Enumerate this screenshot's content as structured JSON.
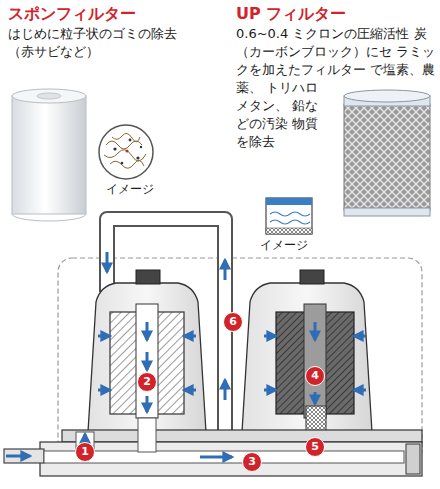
{
  "diagram": {
    "labels": [
      "スポンフィルター",
      "はじめに粒子状のゴミの除去 （赤サビなど）",
      "イメージ",
      "UP フィルター",
      "0.6~0.4 ミクロンの圧縮活性 炭（カーボンブロック）にセ ラミックを加えたフィルター で塩素、農薬、 トリハロメタン、 鉛などの汚染 物質を除去",
      "イメージ",
      "6",
      "2",
      "4",
      "1",
      "3",
      "5"
    ]
  }
}
